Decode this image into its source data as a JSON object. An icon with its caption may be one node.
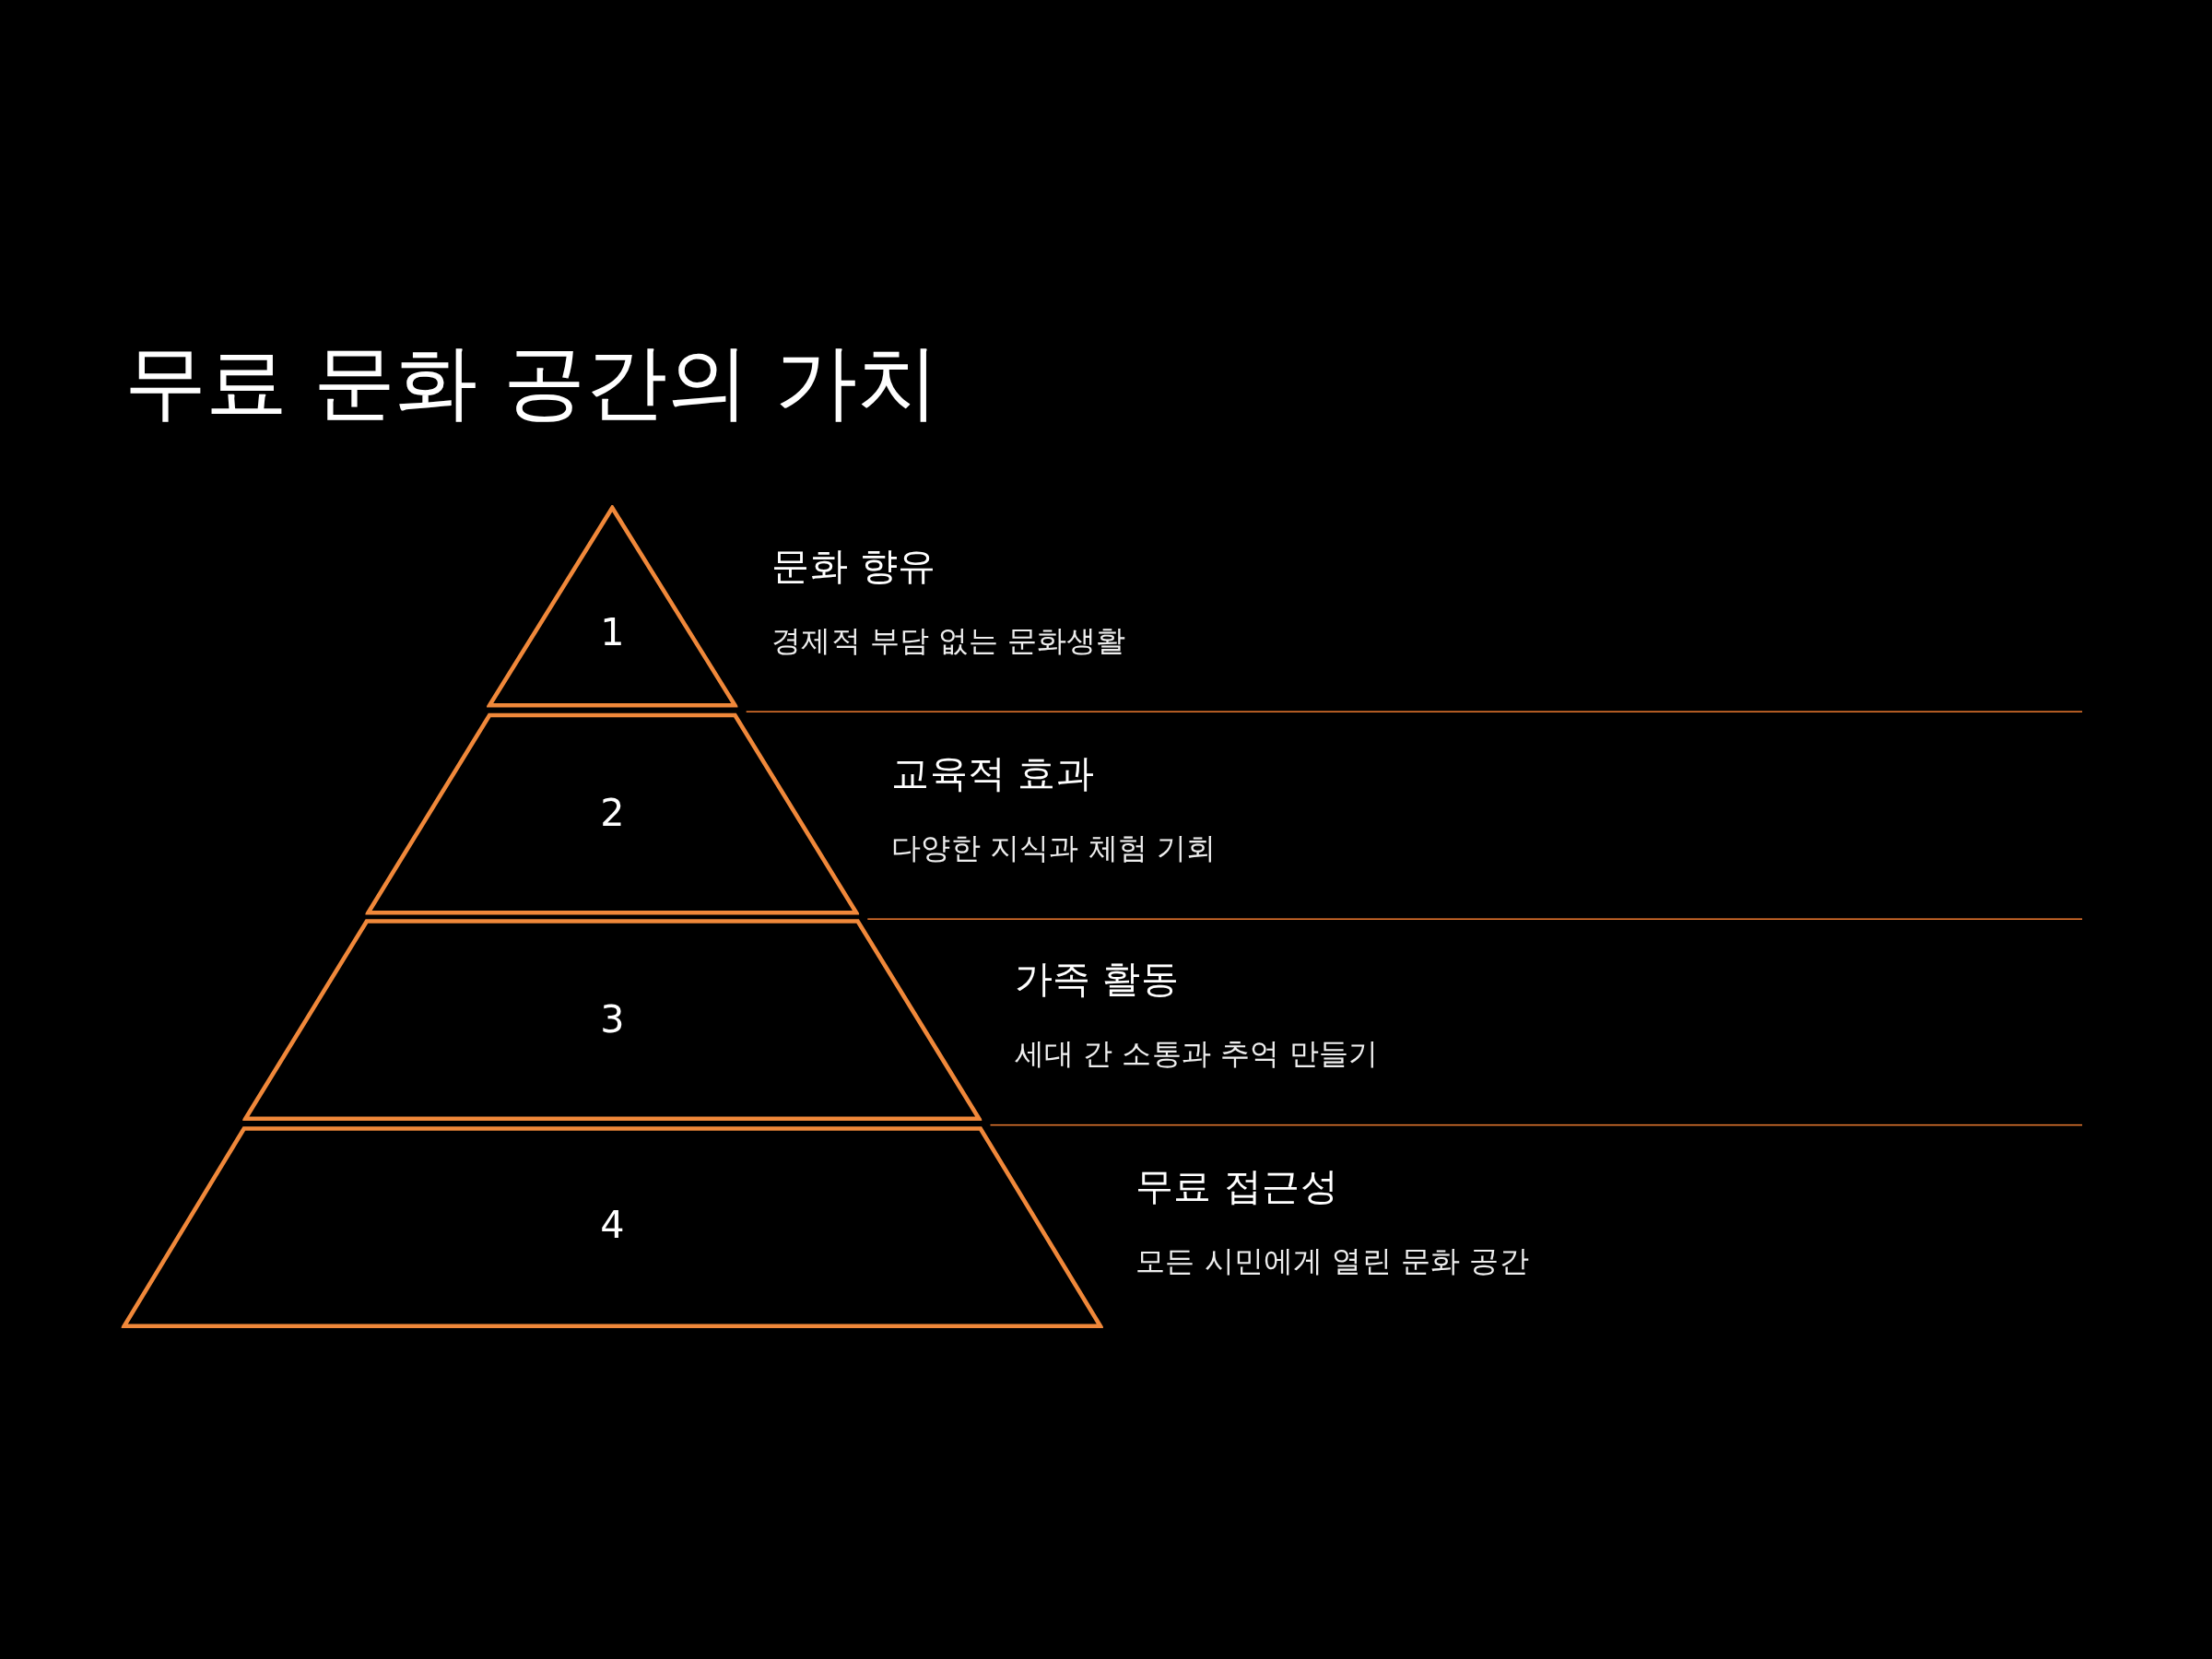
{
  "diagram": {
    "title": "무료 문화 공간의 가치",
    "nodes": [
      {
        "text": [
          "1"
        ],
        "beside": [
          "문화 향유",
          "경제적 부담 없는 문화생활"
        ]
      },
      {
        "text": [
          "2"
        ],
        "beside": [
          "교육적 효과",
          "다양한 지식과 체험 기회"
        ]
      },
      {
        "text": [
          "3"
        ],
        "beside": [
          "가족 활동",
          "세대 간 소통과 추억 만들기"
        ]
      },
      {
        "text": [
          "4"
        ],
        "beside": [
          "무료 접근성",
          "모든 시민에게 열린 문화 공간"
        ]
      }
    ]
  }
}
